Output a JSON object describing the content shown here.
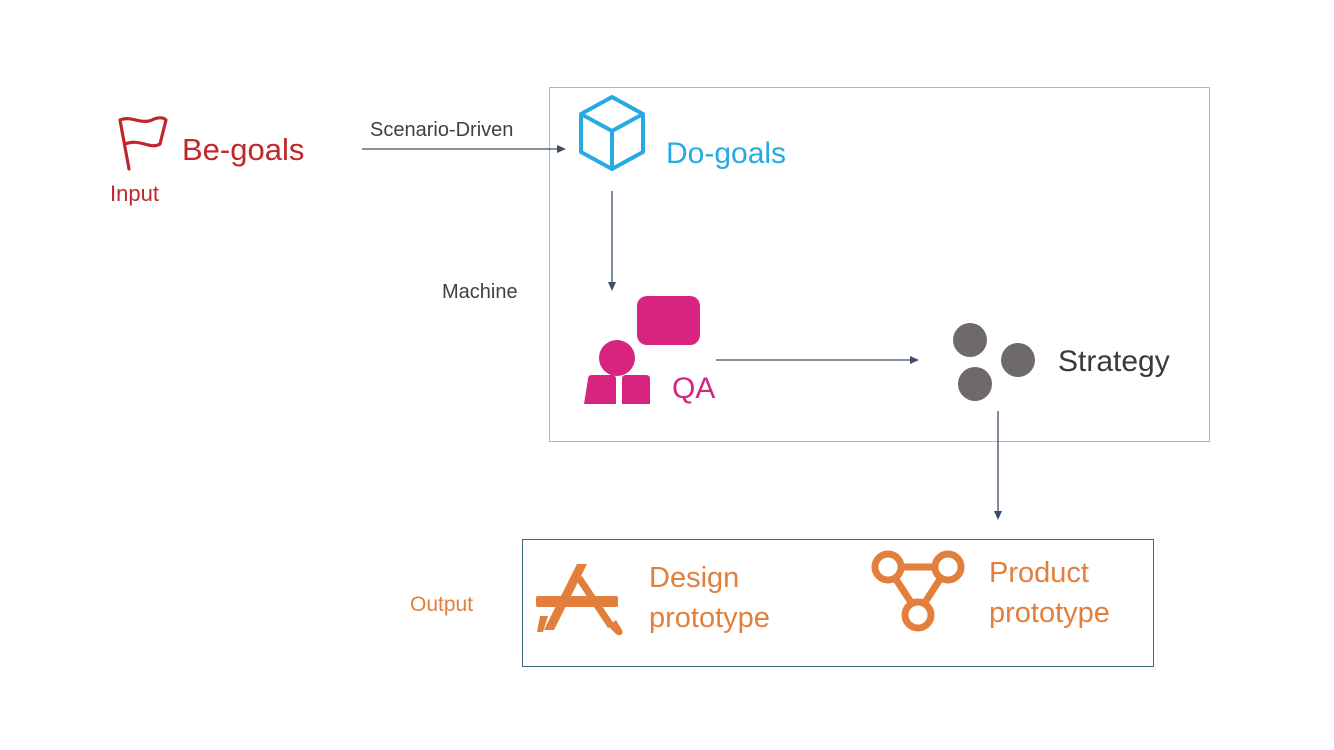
{
  "colors": {
    "be_goals": "#c0272d",
    "do_goals": "#27a9e1",
    "qa": "#d6247f",
    "strategy": "#6e6a6a",
    "output": "#e37f3c",
    "connector": "#3c4f66",
    "main_box_border": "#a3b9c8",
    "output_box_border": "#3d6a80"
  },
  "icons": {
    "be_goals": "flag-icon",
    "do_goals": "cube-icon",
    "qa": "chat-people-icon",
    "strategy": "three-dots-icon",
    "design": "app-store-icon",
    "product": "graph-triangle-icon"
  },
  "nodes": {
    "be_goals": {
      "label": "Be-goals",
      "sub": "Input"
    },
    "do_goals": {
      "label": "Do-goals"
    },
    "qa": {
      "label": "QA"
    },
    "strategy": {
      "label": "Strategy"
    },
    "output": {
      "label": "Output",
      "design_line1": "Design",
      "design_line2": "prototype",
      "product_line1": "Product",
      "product_line2": "prototype"
    }
  },
  "edges": {
    "scenario": "Scenario-Driven",
    "machine": "Machine"
  }
}
